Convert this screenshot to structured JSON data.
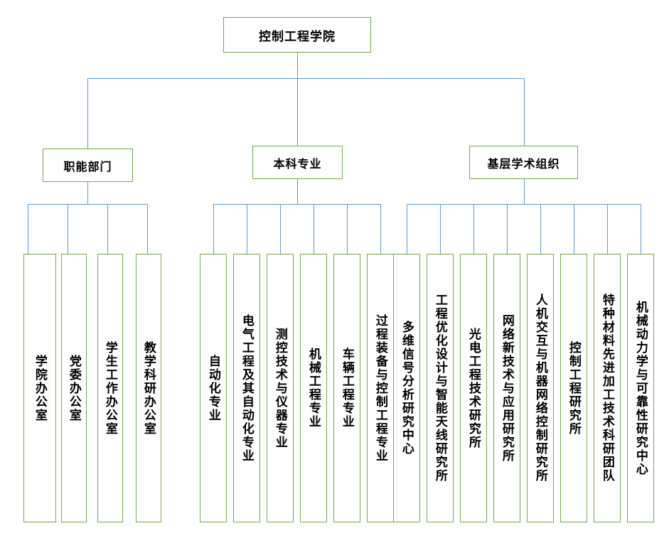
{
  "diagram": {
    "title": "控制工程学院",
    "root": {
      "label": "控制工程学院"
    },
    "branches": [
      {
        "label": "职能部门",
        "children": [
          {
            "label": "学院办公室"
          },
          {
            "label": "党委办公室"
          },
          {
            "label": "学生工作办公室"
          },
          {
            "label": "教学科研办公室"
          }
        ]
      },
      {
        "label": "本科专业",
        "children": [
          {
            "label": "自动化专业"
          },
          {
            "label": "电气工程及其自动化专业"
          },
          {
            "label": "测控技术与仪器专业"
          },
          {
            "label": "机械工程专业"
          },
          {
            "label": "车辆工程专业"
          },
          {
            "label": "过程装备与控制工程专业"
          }
        ]
      },
      {
        "label": "基层学术组织",
        "children": [
          {
            "label": "多维信号分析研究中心"
          },
          {
            "label": "工程优化设计与智能天线研究所"
          },
          {
            "label": "光电工程技术研究所"
          },
          {
            "label": "网络新技术与应用研究所"
          },
          {
            "label": "人机交互与机器网络控制研究所"
          },
          {
            "label": "控制工程研究所"
          },
          {
            "label": "特种材料先进加工技术科研团队"
          },
          {
            "label": "机械动力学与可靠性研究中心"
          }
        ]
      }
    ],
    "colors": {
      "node_border": "#76a94a",
      "connector": "#5b9bd5",
      "background": "#ffffff",
      "text": "#000000"
    }
  }
}
